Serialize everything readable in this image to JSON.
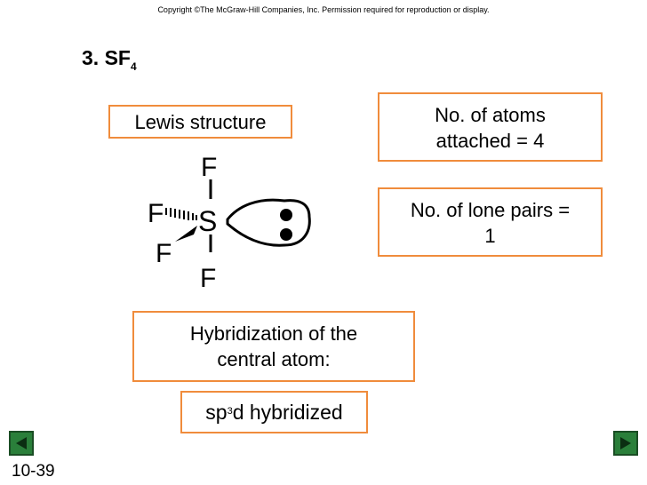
{
  "copyright": "Copyright ©The McGraw-Hill Companies, Inc.  Permission required for reproduction or display.",
  "heading": {
    "prefix": "3. SF",
    "subscript": "4"
  },
  "lewis_label": "Lewis structure",
  "atoms_box": {
    "line1": "No. of atoms",
    "line2": "attached = 4"
  },
  "lone_pairs_box": {
    "line1": "No. of lone pairs =",
    "line2": "1"
  },
  "hybridization_box": {
    "line1": "Hybridization of the",
    "line2": "central atom:"
  },
  "answer": {
    "prefix": "sp",
    "superscript": "3",
    "suffix": "d hybridized"
  },
  "molecule": {
    "central": "S",
    "f_top": "F",
    "f_left": "F",
    "f_lower_left": "F",
    "f_bottom": "F"
  },
  "slide_number": "10-39",
  "nav_icons": {
    "prev": "triangle-left-icon",
    "next": "triangle-right-icon"
  },
  "colors": {
    "box_border": "#f08c3c",
    "nav_button": "#2a7f3a"
  }
}
